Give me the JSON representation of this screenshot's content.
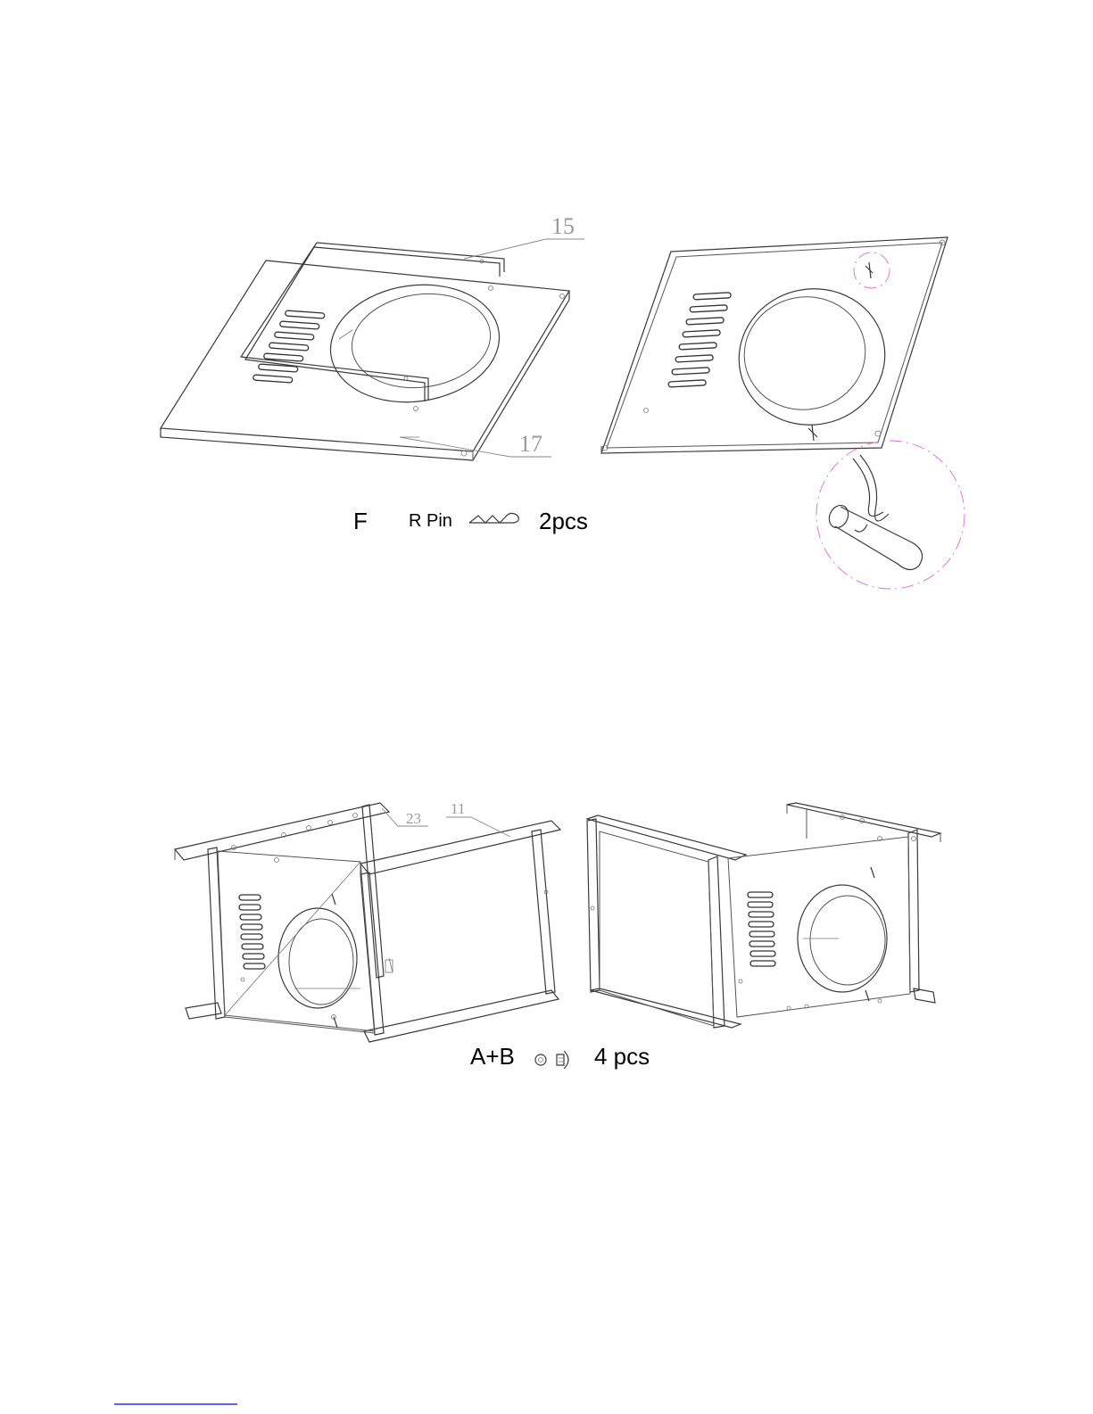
{
  "panels": {
    "top": {
      "callouts": [
        "15",
        "17"
      ],
      "step_letter": "F",
      "hardware_name": "R Pin",
      "hardware_icon": "r-pin-icon",
      "quantity": "2pcs"
    },
    "bottom": {
      "callouts": [
        "23",
        "11"
      ],
      "step_letter": "A+B",
      "hardware_icon": "washer-and-bolt-icon",
      "quantity": "4 pcs"
    }
  },
  "colors": {
    "line": "#3a3a3a",
    "callout_text": "#9a9a9a",
    "detail_circle": "#e26acd",
    "footer_rule": "#0000ff"
  }
}
